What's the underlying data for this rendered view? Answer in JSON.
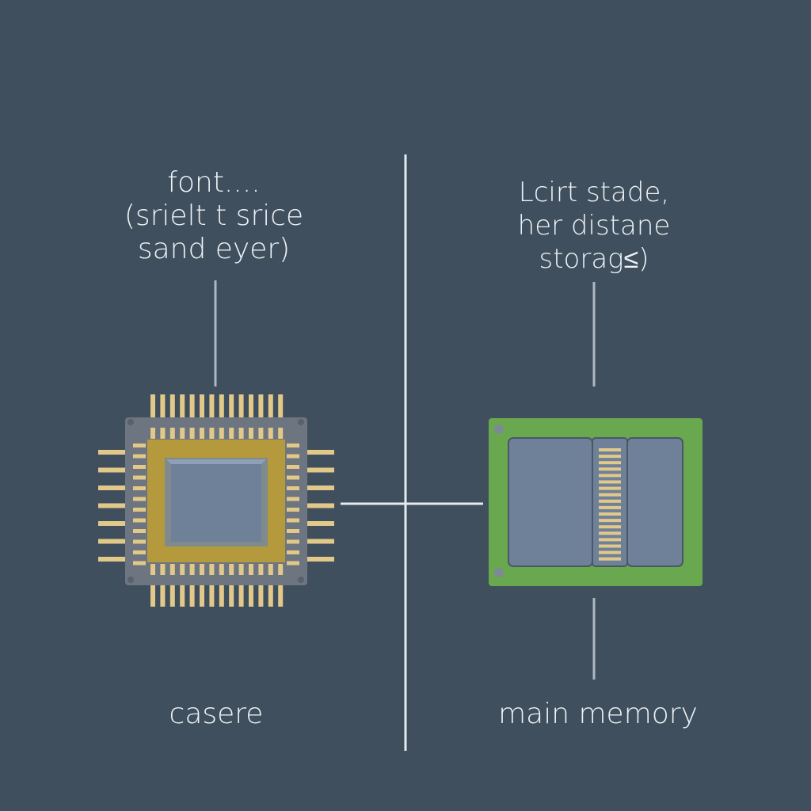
{
  "colors": {
    "background": "#3f4f5d",
    "line": "#e6ebef",
    "chip_body": "#6d7680",
    "chip_frame": "#b49a3c",
    "chip_die": "#6f8199",
    "pins": "#e2c98a",
    "board": "#6aa84f",
    "module": "#6f8199"
  },
  "left": {
    "label": "font....\n(srielt t srice\nsand eyer)",
    "caption": "casere",
    "icon": "cpu-chip-icon"
  },
  "right": {
    "label": "Lcirt stade,\nher distane\nstorag≤)",
    "caption": "main memory",
    "icon": "memory-module-icon"
  }
}
